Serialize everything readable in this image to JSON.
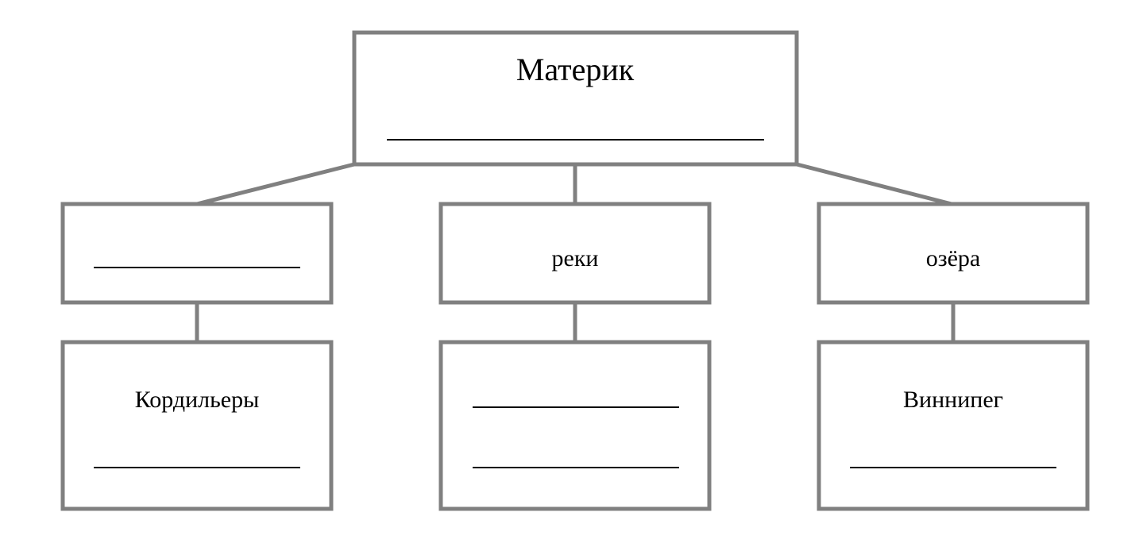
{
  "diagram": {
    "root": {
      "label": "Материк",
      "blank": "_____________________"
    },
    "branches": [
      {
        "category": {
          "label": "",
          "blank": "____________"
        },
        "example": {
          "label": "Кордильеры",
          "blank": "____________"
        }
      },
      {
        "category": {
          "label": "реки",
          "blank": ""
        },
        "example": {
          "blanks": [
            "____________",
            "____________"
          ]
        }
      },
      {
        "category": {
          "label": "озёра",
          "blank": ""
        },
        "example": {
          "label": "Виннипег",
          "blank": "____________"
        }
      }
    ],
    "colors": {
      "box_border": "#808080",
      "blank_line": "#000000",
      "text": "#000000",
      "background": "#ffffff"
    }
  }
}
